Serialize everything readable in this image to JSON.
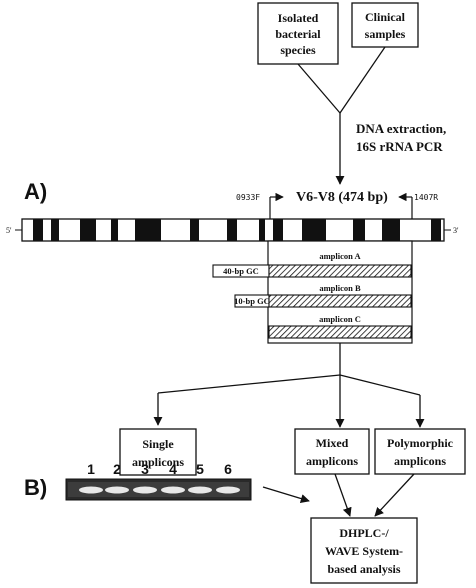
{
  "sources": {
    "isolated_lines": [
      "Isolated",
      "bacterial",
      "species"
    ],
    "clinical_lines": [
      "Clinical",
      "samples"
    ]
  },
  "step": {
    "line1": "DNA extraction,",
    "line2": "16S rRNA PCR"
  },
  "panel_a": {
    "label": "A)",
    "region_label": "V6-V8 (474 bp)",
    "primer_forward": "0933F",
    "primer_reverse": "1407R",
    "end5": "5'",
    "end3": "3'"
  },
  "amplicons": [
    {
      "name": "amplicon A",
      "gc_clamp": "40-bp GC"
    },
    {
      "name": "amplicon B",
      "gc_clamp": "10-bp GC"
    },
    {
      "name": "amplicon C",
      "gc_clamp": ""
    }
  ],
  "outputs": {
    "single_lines": [
      "Single",
      "amplicons"
    ],
    "mixed_lines": [
      "Mixed",
      "amplicons"
    ],
    "polymorphic_lines": [
      "Polymorphic",
      "amplicons"
    ]
  },
  "panel_b": {
    "label": "B)",
    "lanes": [
      "1",
      "2",
      "3",
      "4",
      "5",
      "6"
    ]
  },
  "analysis": {
    "lines": [
      "DHPLC-/",
      "WAVE System-",
      "based analysis"
    ]
  }
}
